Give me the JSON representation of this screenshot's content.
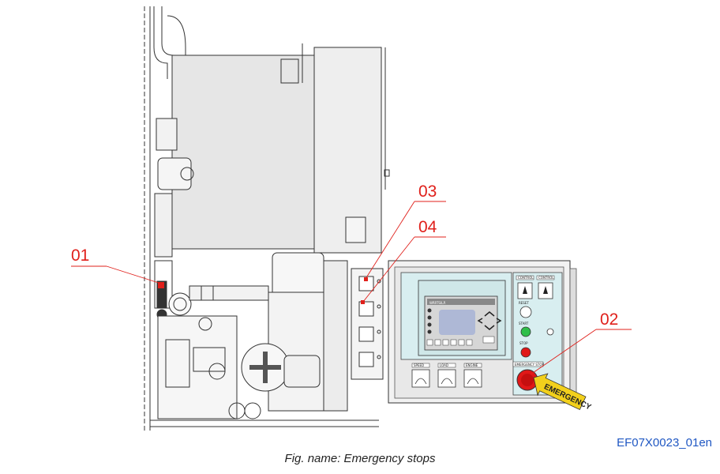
{
  "callouts": [
    {
      "id": "01",
      "label": "01"
    },
    {
      "id": "02",
      "label": "02"
    },
    {
      "id": "03",
      "label": "03"
    },
    {
      "id": "04",
      "label": "04"
    }
  ],
  "panel": {
    "display_brand": "WÄRTSILÄ",
    "switch_labels": [
      "CONTROL",
      "CONTROL"
    ],
    "reset_label": "RESET",
    "start_label": "START",
    "stop_label": "STOP",
    "emergency_stop_label": "EMERGENCY STOP",
    "gauge_labels": [
      "SPEED",
      "LOAD",
      "ENGINE"
    ]
  },
  "emergency_arrow_text": "EMERGENCY",
  "doc_code": "EF07X0023_01en",
  "caption": "Fig. name: Emergency stops",
  "colors": {
    "callout": "#e0201b",
    "doc_code": "#1f57c3",
    "panel_face": "#d8eef0",
    "arrow": "#f2d01c",
    "stop_red": "#e01818",
    "start_green": "#2fbf4a"
  }
}
